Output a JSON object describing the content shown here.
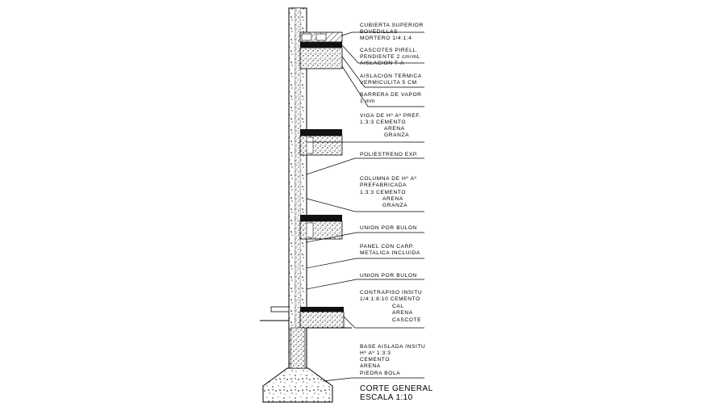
{
  "annotations": [
    {
      "id": "cubierta",
      "lines": [
        "CUBIERTA SUPERIOR",
        "BOVEDILLAS",
        "MORTERO 1/4:1:4"
      ]
    },
    {
      "id": "cascotes",
      "lines": [
        "CASCOTES PIRELL.",
        "PENDIENTE 2 cm/mL",
        "AISLACION T-A"
      ]
    },
    {
      "id": "aislacion",
      "lines": [
        "AISLACION TERMICA",
        "VERMICULITA 5 CM"
      ]
    },
    {
      "id": "barrera",
      "lines": [
        "BARRERA DE VAPOR",
        "1 mm"
      ]
    },
    {
      "id": "viga",
      "lines": [
        "VIGA DE Hº Aº PREF.",
        "1:3:3  CEMENTO",
        "ARENA",
        "GRANZA"
      ]
    },
    {
      "id": "poliestireno",
      "lines": [
        "POLIESTRENO EXP."
      ]
    },
    {
      "id": "columna",
      "lines": [
        "COLUMNA DE Hº Aº",
        "PREFABRICADA",
        "1:3:3     CEMENTO",
        "ARENA",
        "GRANZA"
      ]
    },
    {
      "id": "union1",
      "lines": [
        "UNION POR BULON"
      ]
    },
    {
      "id": "panel",
      "lines": [
        "PANEL CON CARP.",
        "METALICA INCLUIDA"
      ]
    },
    {
      "id": "union2",
      "lines": [
        "UNION POR BULON"
      ]
    },
    {
      "id": "contrapiso",
      "lines": [
        "CONTRAPISO INSITU",
        "1/4:1:8:10   CEMENTO",
        "CAL",
        "ARENA",
        "CASCOTE"
      ]
    },
    {
      "id": "base",
      "lines": [
        "BASE AISLADA INSITU",
        "Hº Aº 1:3:3",
        "CEMENTO",
        "ARENA",
        "PIEDRA BOLA"
      ]
    }
  ],
  "title": {
    "line1": "CORTE GENERAL",
    "line2": "ESCALA  1:10"
  }
}
